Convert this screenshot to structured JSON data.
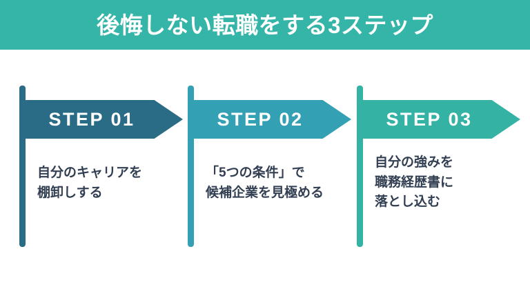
{
  "header": {
    "title": "後悔しない転職をする3ステップ",
    "background_color": "#35b5a8",
    "text_color": "#ffffff"
  },
  "page": {
    "background_color": "#ffffff",
    "body_text_color": "#323f52"
  },
  "steps": [
    {
      "label": "STEP 01",
      "color": "#2a6b85",
      "lines": [
        "自分のキャリアを",
        "棚卸しする"
      ]
    },
    {
      "label": "STEP 02",
      "color": "#34a0b4",
      "lines": [
        "「5つの条件」で",
        "候補企業を見極める"
      ]
    },
    {
      "label": "STEP 03",
      "color": "#34b3a5",
      "lines": [
        "自分の強みを",
        "職務経歴書に",
        "落とし込む"
      ]
    }
  ]
}
